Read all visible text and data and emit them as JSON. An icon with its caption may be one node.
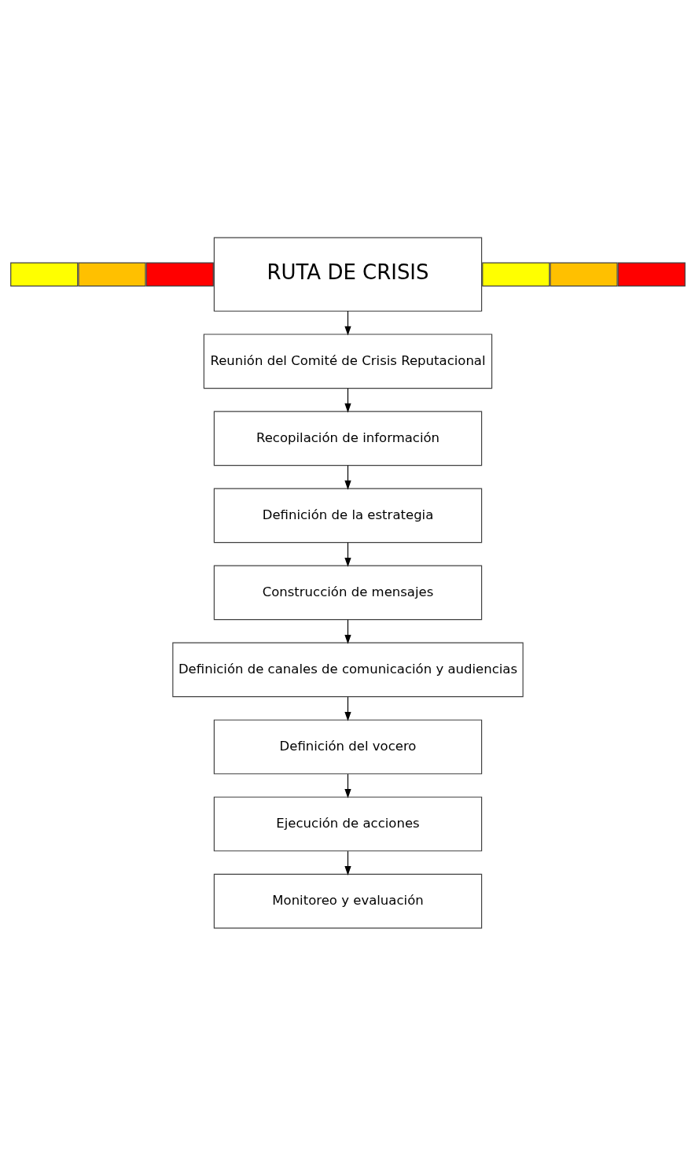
{
  "diagram": {
    "nodes": [
      {
        "text": [],
        "shape": "box"
      },
      {
        "text": [],
        "shape": "box"
      },
      {
        "text": [],
        "shape": "box"
      },
      {
        "text": [
          "RUTA DE CRISIS"
        ]
      },
      {
        "text": [],
        "shape": "box"
      },
      {
        "text": [],
        "shape": "box"
      },
      {
        "text": [],
        "shape": "box"
      },
      {
        "text": [
          "Reunión del Comité de Crisis Reputacional"
        ]
      },
      {
        "text": [
          "Recopilación de información"
        ]
      },
      {
        "text": [
          "Definición de la estrategia"
        ]
      },
      {
        "text": [
          "Construcción de mensajes"
        ]
      },
      {
        "text": [
          "Definición de canales de comunicación y audiencias"
        ]
      },
      {
        "text": [
          "Definición del vocero"
        ]
      },
      {
        "text": [
          "Ejecución de acciones"
        ]
      },
      {
        "text": [
          "Monitoreo y evaluación"
        ]
      }
    ],
    "edges": [
      {
        "from": 3,
        "to": 7,
        "arrow": "to"
      },
      {
        "from": 7,
        "to": 8,
        "arrow": "to"
      },
      {
        "from": 8,
        "to": 9,
        "arrow": "to"
      },
      {
        "from": 9,
        "to": 10,
        "arrow": "to"
      },
      {
        "from": 10,
        "to": 11,
        "arrow": "to"
      },
      {
        "from": 11,
        "to": 12,
        "arrow": "to"
      },
      {
        "from": 12,
        "to": 13,
        "arrow": "to"
      },
      {
        "from": 13,
        "to": 14,
        "arrow": "to"
      }
    ]
  }
}
